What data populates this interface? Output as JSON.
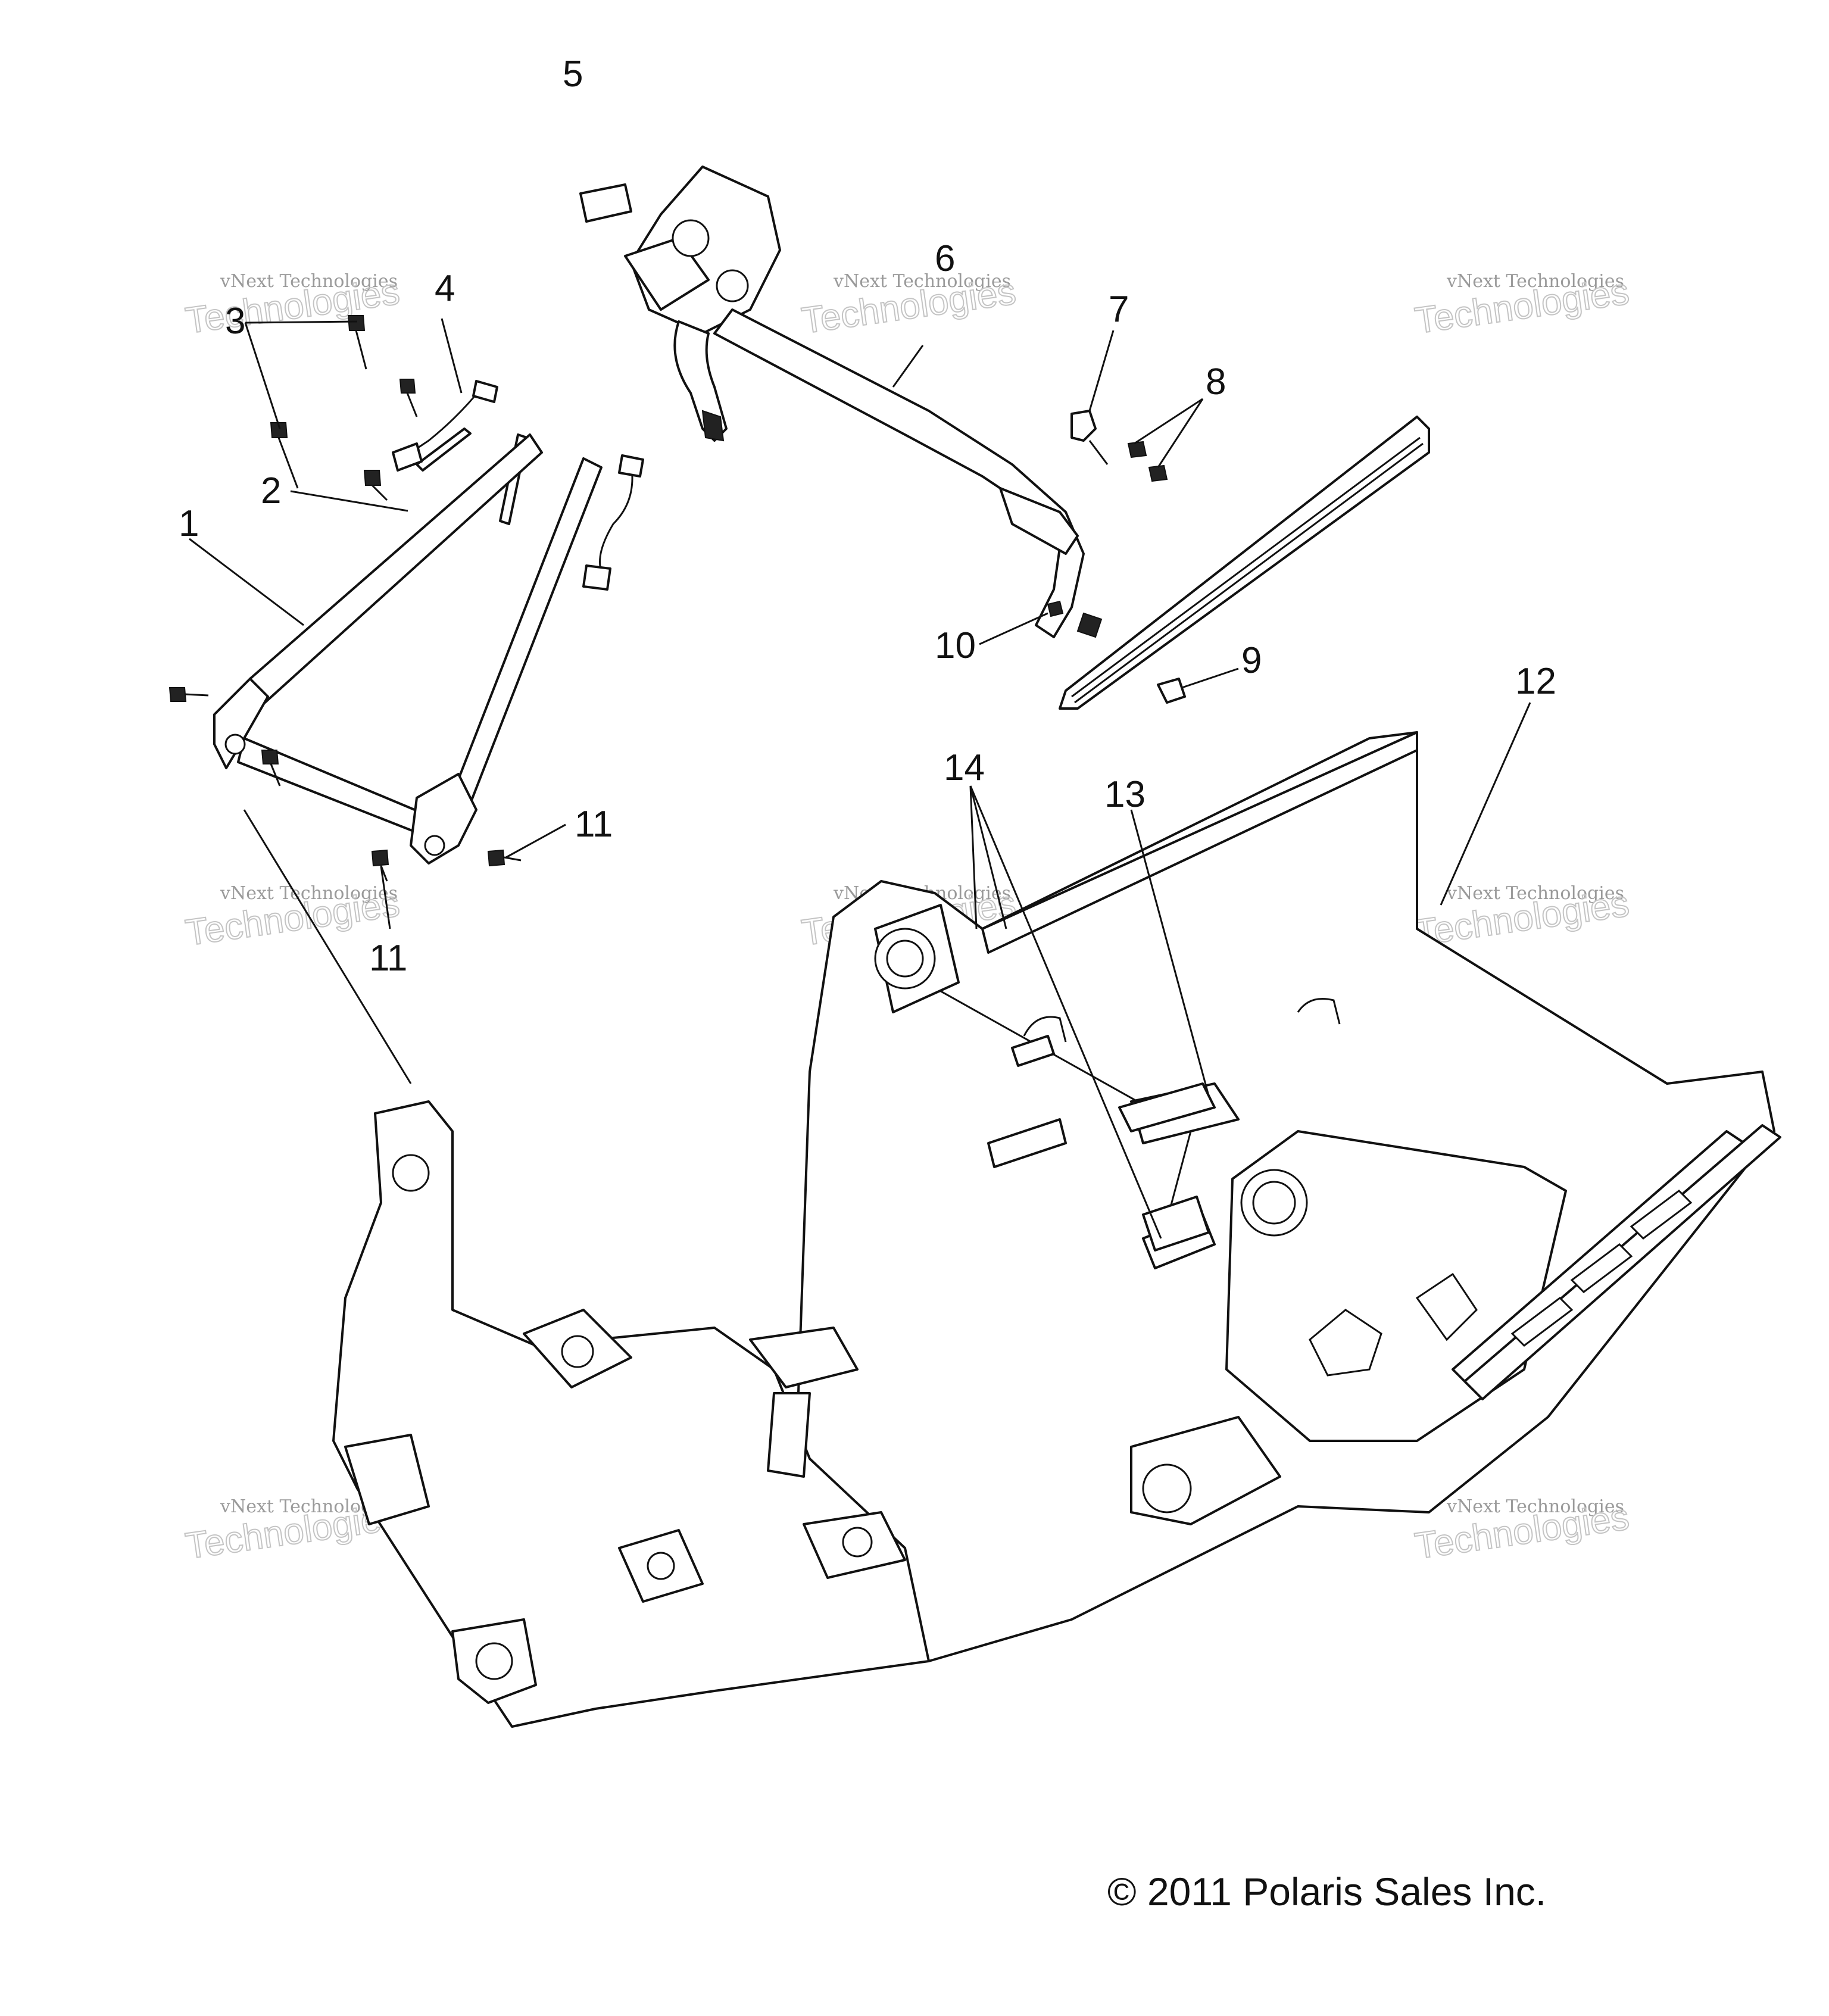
{
  "diagram": {
    "callouts": [
      "1",
      "2",
      "3",
      "4",
      "5",
      "6",
      "7",
      "8",
      "9",
      "10",
      "11",
      "11",
      "12",
      "13",
      "14"
    ],
    "watermark_line1": "vNext Technologies",
    "watermark_line2": "Technologies",
    "copyright": "© 2011 Polaris Sales Inc."
  }
}
